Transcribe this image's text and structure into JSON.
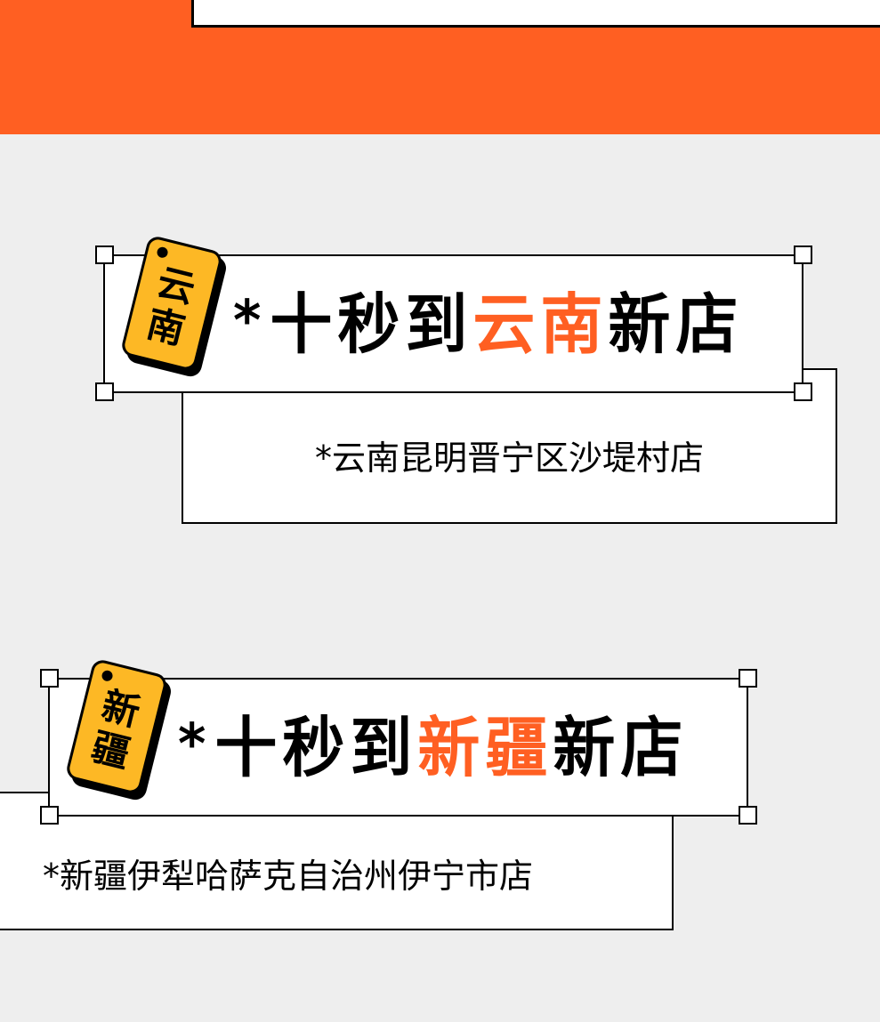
{
  "colors": {
    "accent": "#FF5F22",
    "tag_fill": "#FDB825",
    "background": "#EEEEEE",
    "ink": "#000000"
  },
  "cards": [
    {
      "tag": {
        "line1": "云",
        "line2": "南"
      },
      "headline": {
        "star": "*",
        "prefix": "十秒到",
        "highlight": "云南",
        "suffix": "新店"
      },
      "subtitle": "*云南昆明晋宁区沙堤村店"
    },
    {
      "tag": {
        "line1": "新",
        "line2": "疆"
      },
      "headline": {
        "star": "*",
        "prefix": "十秒到",
        "highlight": "新疆",
        "suffix": "新店"
      },
      "subtitle": "*新疆伊犁哈萨克自治州伊宁市店"
    }
  ]
}
